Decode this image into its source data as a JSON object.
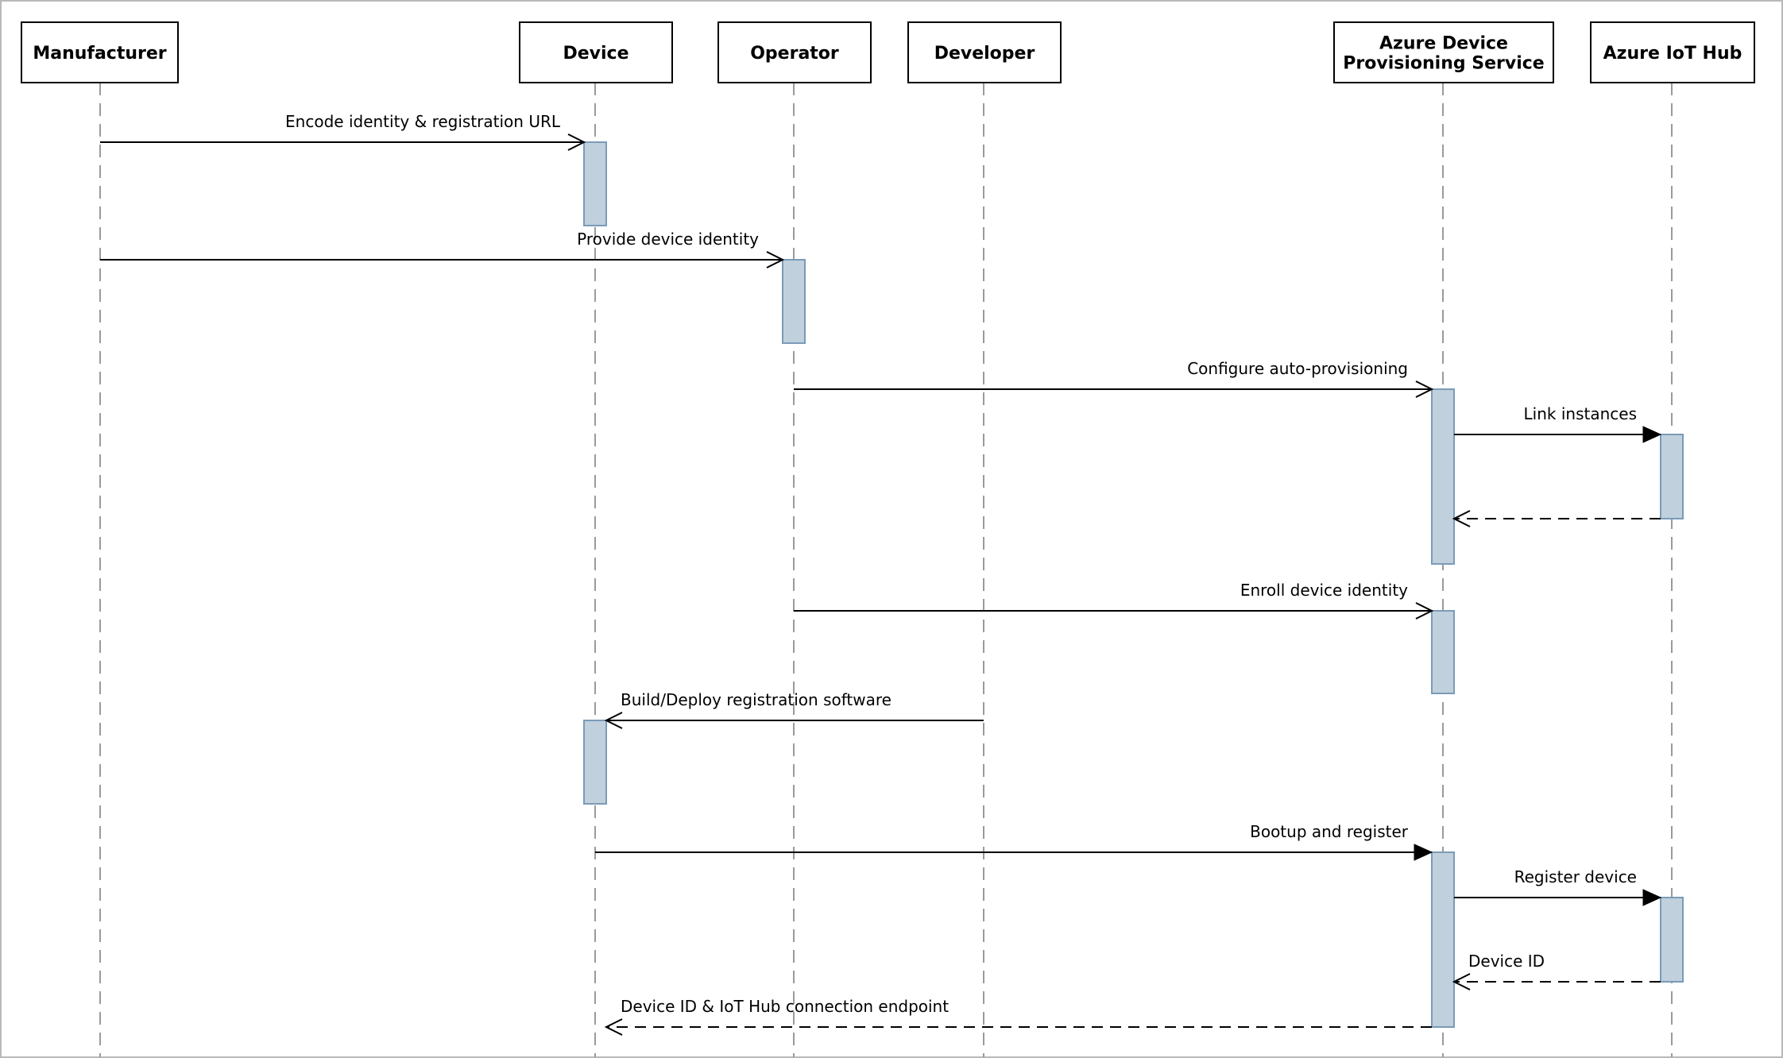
{
  "actors": [
    {
      "id": "manufacturer",
      "lines": [
        "Manufacturer"
      ]
    },
    {
      "id": "device",
      "lines": [
        "Device"
      ]
    },
    {
      "id": "operator",
      "lines": [
        "Operator"
      ]
    },
    {
      "id": "developer",
      "lines": [
        "Developer"
      ]
    },
    {
      "id": "dps",
      "lines": [
        "Azure Device",
        "Provisioning Service"
      ]
    },
    {
      "id": "iothub",
      "lines": [
        "Azure IoT Hub"
      ]
    }
  ],
  "messages": [
    {
      "from": "manufacturer",
      "to": "device",
      "label": "Encode identity & registration URL",
      "kind": "call",
      "head": "open"
    },
    {
      "from": "manufacturer",
      "to": "operator",
      "label": "Provide device identity",
      "kind": "call",
      "head": "open"
    },
    {
      "from": "operator",
      "to": "dps",
      "label": "Configure auto-provisioning",
      "kind": "call",
      "head": "open"
    },
    {
      "from": "dps",
      "to": "iothub",
      "label": "Link instances",
      "kind": "call",
      "head": "filled"
    },
    {
      "from": "iothub",
      "to": "dps",
      "label": "",
      "kind": "return",
      "head": "open"
    },
    {
      "from": "operator",
      "to": "dps",
      "label": "Enroll device identity",
      "kind": "call",
      "head": "open"
    },
    {
      "from": "developer",
      "to": "device",
      "label": "Build/Deploy registration software",
      "kind": "call",
      "head": "open"
    },
    {
      "from": "device",
      "to": "dps",
      "label": "Bootup and register",
      "kind": "call",
      "head": "filled"
    },
    {
      "from": "dps",
      "to": "iothub",
      "label": "Register device",
      "kind": "call",
      "head": "filled"
    },
    {
      "from": "iothub",
      "to": "dps",
      "label": "Device ID",
      "kind": "return",
      "head": "open"
    },
    {
      "from": "dps",
      "to": "device",
      "label": "Device ID & IoT Hub connection endpoint",
      "kind": "return",
      "head": "open"
    }
  ],
  "activations": [
    {
      "actor": "device",
      "span": "Encode identity & registration URL"
    },
    {
      "actor": "operator",
      "span": "Provide device identity"
    },
    {
      "actor": "dps",
      "span": "Configure auto-provisioning"
    },
    {
      "actor": "iothub",
      "span": "Link instances"
    },
    {
      "actor": "dps",
      "span": "Enroll device identity"
    },
    {
      "actor": "device",
      "span": "Build/Deploy registration software"
    },
    {
      "actor": "dps",
      "span": "Bootup and register"
    },
    {
      "actor": "iothub",
      "span": "Register device"
    }
  ],
  "style": {
    "activation_fill": "#c1d0dd",
    "activation_stroke": "#7a9bb8",
    "lifeline_color": "#9a9a9a",
    "line_color": "#000000"
  }
}
